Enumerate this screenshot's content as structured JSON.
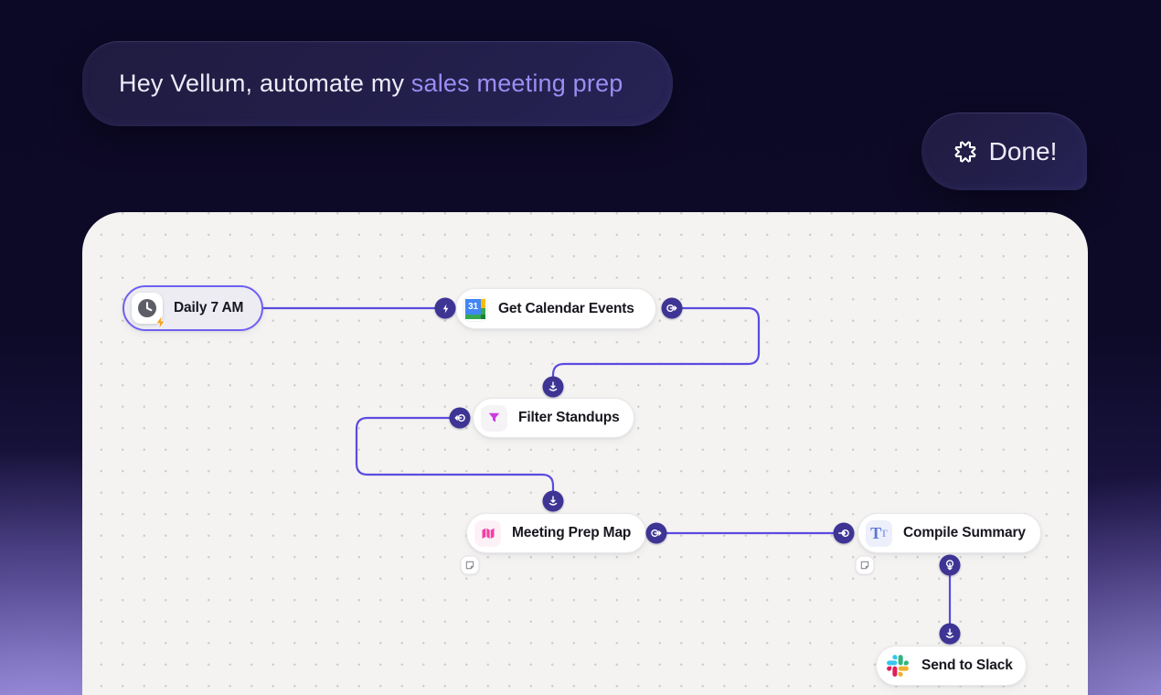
{
  "conversation": {
    "user_bubble": {
      "text_plain": "Hey Vellum, automate my",
      "text_highlight": "sales meeting prep"
    },
    "done_bubble": {
      "label": "Done!",
      "icon": "vellum-burst-icon"
    }
  },
  "workflow": {
    "nodes": [
      {
        "label": "Daily 7 AM",
        "icon": "clock-trigger-icon",
        "kind": "trigger"
      },
      {
        "label": "Get Calendar Events",
        "icon": "google-calendar-icon",
        "kind": "action"
      },
      {
        "label": "Filter Standups",
        "icon": "funnel-icon",
        "kind": "action"
      },
      {
        "label": "Meeting Prep Map",
        "icon": "map-icon",
        "kind": "action"
      },
      {
        "label": "Compile Summary",
        "icon": "text-format-icon",
        "kind": "action"
      },
      {
        "label": "Send to Slack",
        "icon": "slack-icon",
        "kind": "action"
      }
    ],
    "calendar_icon_day": "31"
  },
  "colors": {
    "accent_purple": "#6f5ff2",
    "connector_purple": "#5b4be0",
    "port_fill": "#3e3494",
    "highlight_text": "#9c8df4",
    "bubble_bg": "#231f49",
    "canvas_bg": "#f4f3f1",
    "funnel_magenta": "#cf39e3",
    "map_pink": "#f23fa6",
    "bolt_orange": "#f6a21e",
    "calendar_blue": "#4285f4",
    "calendar_green": "#34a853",
    "calendar_yellow": "#fbbc04"
  }
}
